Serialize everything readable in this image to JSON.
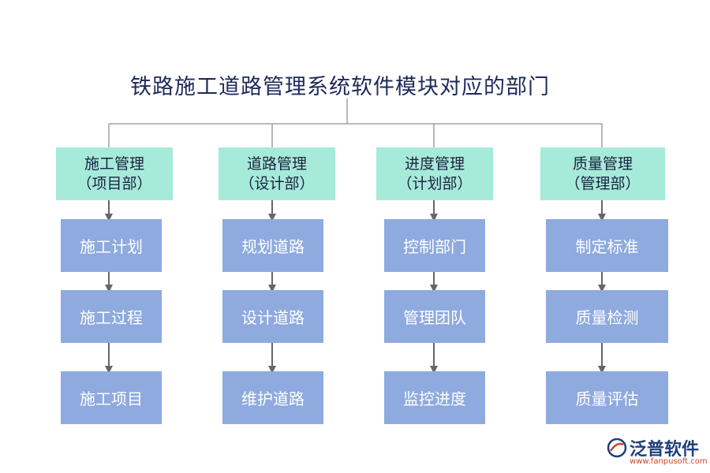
{
  "title": "铁路施工道路管理系统软件模块对应的部门",
  "columns": [
    {
      "name": "施工管理",
      "dept": "（项目部）",
      "items": [
        "施工计划",
        "施工过程",
        "施工项目"
      ]
    },
    {
      "name": "道路管理",
      "dept": "（设计部）",
      "items": [
        "规划道路",
        "设计道路",
        "维护道路"
      ]
    },
    {
      "name": "进度管理",
      "dept": "（计划部）",
      "items": [
        "控制部门",
        "管理团队",
        "监控进度"
      ]
    },
    {
      "name": "质量管理",
      "dept": "（管理部）",
      "items": [
        "制定标准",
        "质量检测",
        "质量评估"
      ]
    }
  ],
  "logo": {
    "name": "泛普软件",
    "url": "www.fanpusoft.com"
  },
  "colors": {
    "title": "#1f2a5a",
    "dept_fill": "#a6ead9",
    "module_fill": "#8eaadf",
    "connector": "#a0a0a0",
    "arrow": "#666666"
  }
}
